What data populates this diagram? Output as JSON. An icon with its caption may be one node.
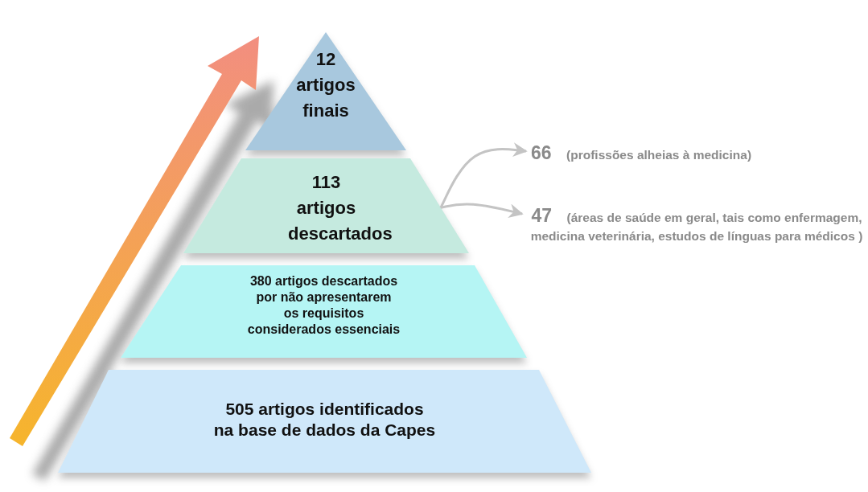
{
  "diagram": {
    "nodes": [
      {
        "text": [
          "12 artigos finais"
        ]
      },
      {
        "text": [
          "113 artigos descartados"
        ]
      },
      {
        "text": [
          "380 artigos descartados por não apresentarem os requisitos considerados essenciais"
        ]
      },
      {
        "text": [
          "505 artigos identificados na base de dados da Capes"
        ]
      },
      {
        "text": [
          "66",
          "(profissões alheias à medicina)"
        ]
      },
      {
        "text": [
          "47",
          "(áreas de saúde em geral, tais como enfermagem, medicina veterinária, estudos de línguas para médicos )"
        ]
      }
    ],
    "edges": [
      {
        "from": 1,
        "to": 4,
        "arrow": "to"
      },
      {
        "from": 1,
        "to": 5,
        "arrow": "to"
      }
    ]
  }
}
